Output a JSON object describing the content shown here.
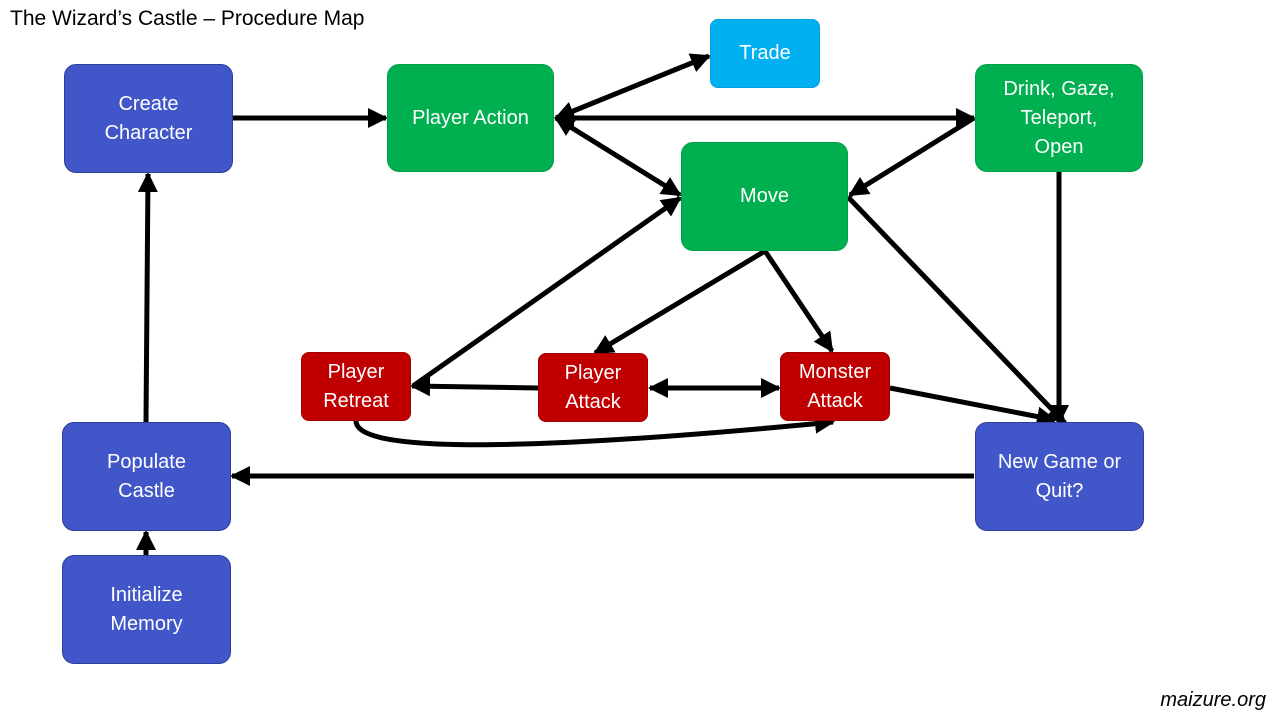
{
  "title": "The Wizard’s Castle – Procedure Map",
  "credit": "maizure.org",
  "colors": {
    "setup_blue": "#4156c8",
    "action_green": "#00b050",
    "combat_red": "#c00000",
    "trade_cyan": "#00b0f0",
    "arrow": "#000000"
  },
  "nodes": {
    "create_character": "Create\nCharacter",
    "player_action": "Player Action",
    "trade": "Trade",
    "drink_gaze": "Drink, Gaze,\nTeleport,\nOpen",
    "move": "Move",
    "player_retreat": "Player\nRetreat",
    "player_attack": "Player\nAttack",
    "monster_attack": "Monster\nAttack",
    "populate_castle": "Populate\nCastle",
    "new_game_or_quit": "New Game or\nQuit?",
    "initialize_memory": "Initialize\nMemory"
  },
  "edges": [
    {
      "from": "Initialize Memory",
      "to": "Populate Castle"
    },
    {
      "from": "Populate Castle",
      "to": "Create Character"
    },
    {
      "from": "Create Character",
      "to": "Player Action"
    },
    {
      "from": "Player Action",
      "to": "Trade",
      "bidirectional": true
    },
    {
      "from": "Player Action",
      "to": "Drink, Gaze, Teleport, Open",
      "bidirectional": true
    },
    {
      "from": "Player Action",
      "to": "Move",
      "bidirectional": true
    },
    {
      "from": "Drink, Gaze, Teleport, Open",
      "to": "Move"
    },
    {
      "from": "Drink, Gaze, Teleport, Open",
      "to": "New Game or Quit?"
    },
    {
      "from": "Move",
      "to": "New Game or Quit?"
    },
    {
      "from": "Move",
      "to": "Player Attack"
    },
    {
      "from": "Move",
      "to": "Monster Attack"
    },
    {
      "from": "Player Retreat",
      "to": "Move"
    },
    {
      "from": "Player Attack",
      "to": "Player Retreat"
    },
    {
      "from": "Player Attack",
      "to": "Monster Attack",
      "bidirectional": true
    },
    {
      "from": "Player Retreat",
      "to": "Monster Attack"
    },
    {
      "from": "Monster Attack",
      "to": "New Game or Quit?"
    },
    {
      "from": "New Game or Quit?",
      "to": "Populate Castle"
    }
  ]
}
